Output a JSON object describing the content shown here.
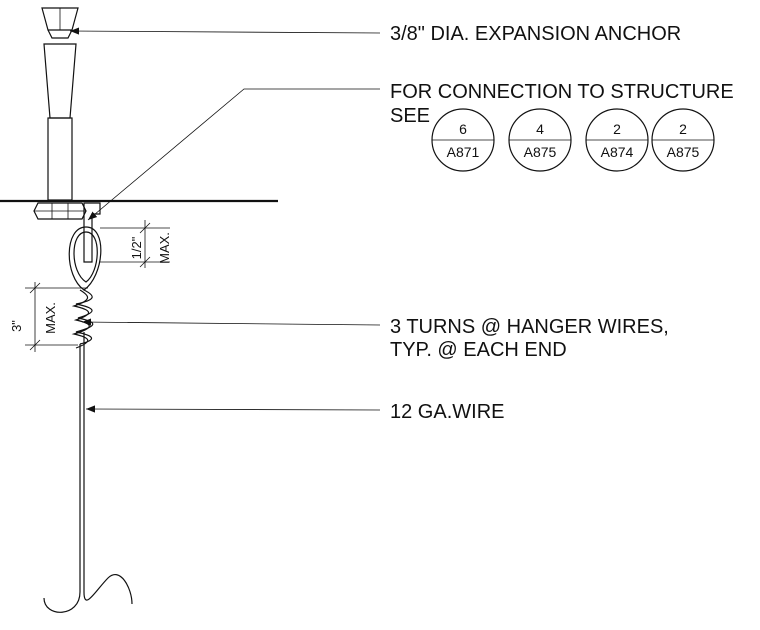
{
  "callouts": {
    "anchor": "3/8\" DIA. EXPANSION ANCHOR",
    "connection_line1": "FOR CONNECTION TO STRUCTURE",
    "connection_line2": "SEE",
    "turns_line1": "3 TURNS @ HANGER WIRES,",
    "turns_line2": "TYP. @ EACH END",
    "wire": "12 GA.WIRE"
  },
  "dimensions": {
    "half_inch": "1/2\"",
    "half_inch_max": "MAX.",
    "three_inch": "3\"",
    "three_inch_max": "MAX."
  },
  "references": [
    {
      "detail": "6",
      "sheet": "A871"
    },
    {
      "detail": "4",
      "sheet": "A875"
    },
    {
      "detail": "2",
      "sheet": "A874"
    },
    {
      "detail": "2",
      "sheet": "A875"
    }
  ]
}
